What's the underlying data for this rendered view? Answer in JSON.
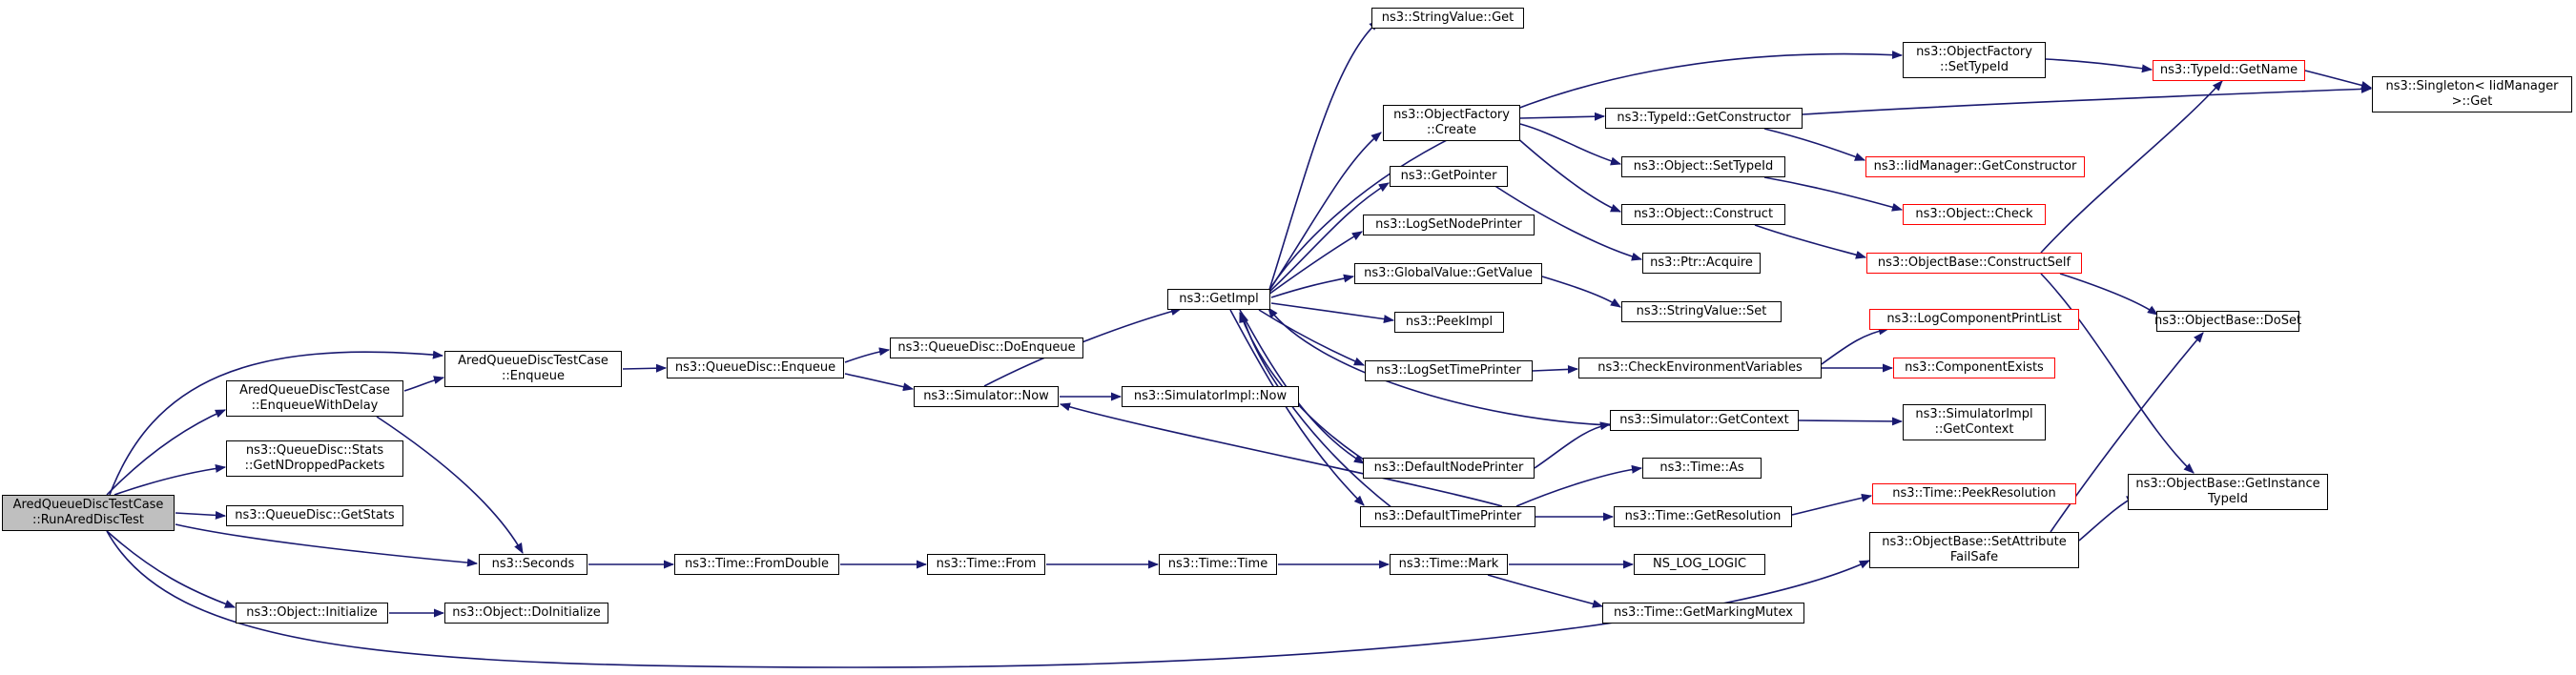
{
  "graph": {
    "edge_color": "#191970",
    "root_fill": "#bfbfbf",
    "truncated_border_color": "#ff0000",
    "root": {
      "label": "AredQueueDiscTestCase\n::RunAredDiscTest"
    },
    "nodes": [
      {
        "label": "AredQueueDiscTestCase\n::Enqueue"
      },
      {
        "label": "AredQueueDiscTestCase\n::EnqueueWithDelay"
      },
      {
        "label": "ns3::QueueDisc::Stats\n::GetNDroppedPackets"
      },
      {
        "label": "ns3::QueueDisc::GetStats"
      },
      {
        "label": "ns3::Seconds"
      },
      {
        "label": "ns3::Object::Initialize"
      },
      {
        "label": "ns3::Object::DoInitialize"
      },
      {
        "label": "ns3::QueueDisc::Enqueue"
      },
      {
        "label": "ns3::QueueDisc::DoEnqueue"
      },
      {
        "label": "ns3::Simulator::Now"
      },
      {
        "label": "ns3::SimulatorImpl::Now"
      },
      {
        "label": "ns3::Time::FromDouble"
      },
      {
        "label": "ns3::Time::From"
      },
      {
        "label": "ns3::Time::Time"
      },
      {
        "label": "ns3::Time::Mark"
      },
      {
        "label": "NS_LOG_LOGIC"
      },
      {
        "label": "ns3::Time::GetMarkingMutex"
      },
      {
        "label": "ns3::GetImpl"
      },
      {
        "label": "ns3::StringValue::Get"
      },
      {
        "label": "ns3::ObjectFactory\n::Create"
      },
      {
        "label": "ns3::GetPointer"
      },
      {
        "label": "ns3::LogSetNodePrinter"
      },
      {
        "label": "ns3::GlobalValue::GetValue"
      },
      {
        "label": "ns3::PeekImpl"
      },
      {
        "label": "ns3::LogSetTimePrinter"
      },
      {
        "label": "ns3::DefaultNodePrinter"
      },
      {
        "label": "ns3::DefaultTimePrinter"
      },
      {
        "label": "ns3::ObjectFactory\n::SetTypeId"
      },
      {
        "label": "ns3::TypeId::GetConstructor"
      },
      {
        "label": "ns3::Object::SetTypeId"
      },
      {
        "label": "ns3::Object::Construct"
      },
      {
        "label": "ns3::Ptr::Acquire"
      },
      {
        "label": "ns3::StringValue::Set"
      },
      {
        "label": "ns3::CheckEnvironmentVariables"
      },
      {
        "label": "ns3::Simulator::GetContext"
      },
      {
        "label": "ns3::Time::As"
      },
      {
        "label": "ns3::Time::GetResolution"
      },
      {
        "label": "ns3::TypeId::GetName"
      },
      {
        "label": "ns3::IidManager::GetConstructor"
      },
      {
        "label": "ns3::Object::Check"
      },
      {
        "label": "ns3::ObjectBase::ConstructSelf"
      },
      {
        "label": "ns3::LogComponentPrintList"
      },
      {
        "label": "ns3::ComponentExists"
      },
      {
        "label": "ns3::SimulatorImpl\n::GetContext"
      },
      {
        "label": "ns3::Time::PeekResolution"
      },
      {
        "label": "ns3::ObjectBase::SetAttribute\nFailSafe"
      },
      {
        "label": "ns3::Singleton< IidManager\n>::Get"
      },
      {
        "label": "ns3::ObjectBase::DoSet"
      },
      {
        "label": "ns3::ObjectBase::GetInstance\nTypeId"
      }
    ]
  }
}
